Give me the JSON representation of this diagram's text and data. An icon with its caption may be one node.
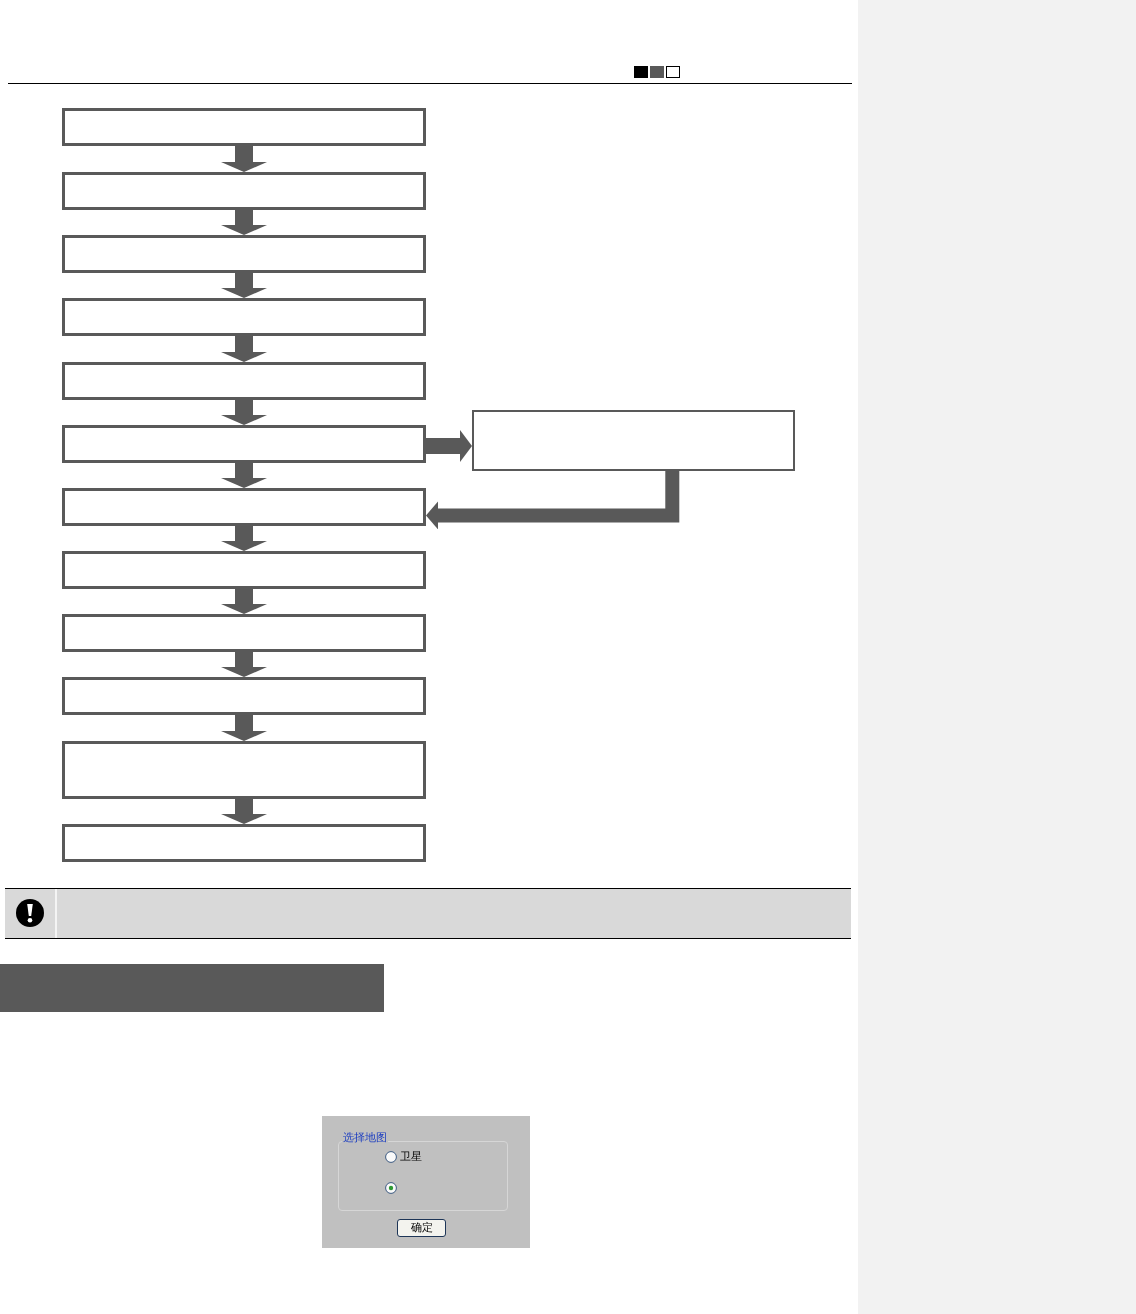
{
  "diagram": {
    "nodes": [
      {
        "text": [],
        "shape": "box"
      },
      {
        "text": [],
        "shape": "box"
      },
      {
        "text": [],
        "shape": "box"
      },
      {
        "text": [],
        "shape": "box"
      },
      {
        "text": [],
        "shape": "box"
      },
      {
        "text": [],
        "shape": "box"
      },
      {
        "text": [],
        "shape": "box"
      },
      {
        "text": [],
        "shape": "box"
      },
      {
        "text": [],
        "shape": "box"
      },
      {
        "text": [],
        "shape": "box"
      },
      {
        "text": [],
        "shape": "box"
      },
      {
        "text": [],
        "shape": "box"
      },
      {
        "text": [],
        "shape": "box"
      },
      {
        "text": [],
        "shape": "bar"
      }
    ],
    "edges": [
      {
        "from": 0,
        "to": 1,
        "arrow": "to"
      },
      {
        "from": 1,
        "to": 2,
        "arrow": "to"
      },
      {
        "from": 2,
        "to": 3,
        "arrow": "to"
      },
      {
        "from": 3,
        "to": 4,
        "arrow": "to"
      },
      {
        "from": 4,
        "to": 5,
        "arrow": "to"
      },
      {
        "from": 5,
        "to": 6,
        "arrow": "to"
      },
      {
        "from": 6,
        "to": 7,
        "arrow": "to"
      },
      {
        "from": 7,
        "to": 8,
        "arrow": "to"
      },
      {
        "from": 8,
        "to": 9,
        "arrow": "to"
      },
      {
        "from": 9,
        "to": 10,
        "arrow": "to"
      },
      {
        "from": 10,
        "to": 11,
        "arrow": "to"
      },
      {
        "from": 5,
        "to": 12,
        "arrow": "to"
      },
      {
        "from": 12,
        "to": 6,
        "arrow": "to"
      }
    ],
    "labels": [
      "选择地图",
      "卫星",
      "确定"
    ]
  }
}
